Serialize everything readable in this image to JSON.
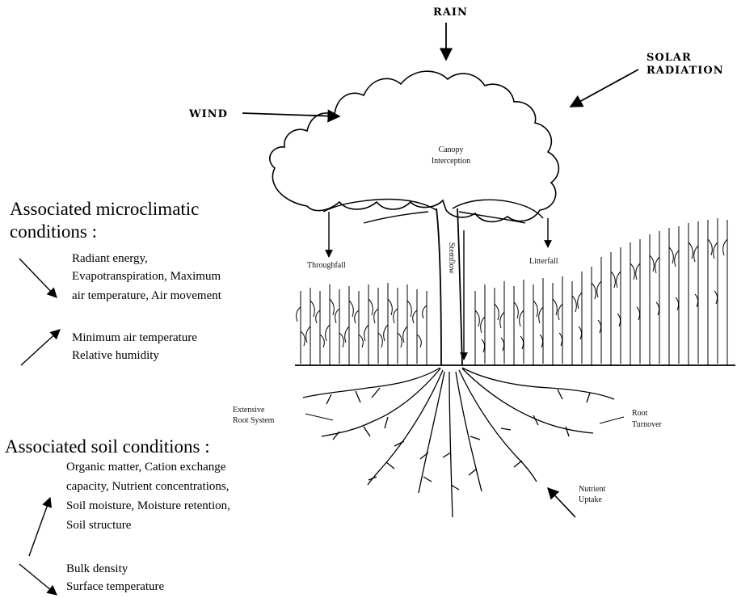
{
  "labels": {
    "rain": "RAIN",
    "wind": "WIND",
    "solar_radiation": [
      "SOLAR",
      "RADIATION"
    ],
    "canopy_interception": [
      "Canopy",
      "Interception"
    ],
    "throughfall": "Throughfall",
    "stemflow": "Stemflow",
    "litterfall": "Litterfall",
    "extensive_root_system": [
      "Extensive",
      "Root System"
    ],
    "root_turnover": [
      "Root",
      "Turnover"
    ],
    "nutrient_uptake": [
      "Nutrient",
      "Uptake"
    ]
  },
  "microclimatic": {
    "heading": [
      "Associated microclimatic",
      "conditions :"
    ],
    "decrease_lines": [
      "Radiant energy,",
      "Evapotranspiration, Maximum",
      "air temperature, Air movement"
    ],
    "increase_lines": [
      "Minimum air temperature",
      "Relative humidity"
    ]
  },
  "soil": {
    "heading": "Associated soil conditions :",
    "increase_lines": [
      "Organic matter, Cation exchange",
      "capacity, Nutrient concentrations,",
      "Soil moisture, Moisture retention,",
      "Soil structure"
    ],
    "decrease_lines": [
      "Bulk density",
      "Surface temperature"
    ]
  }
}
